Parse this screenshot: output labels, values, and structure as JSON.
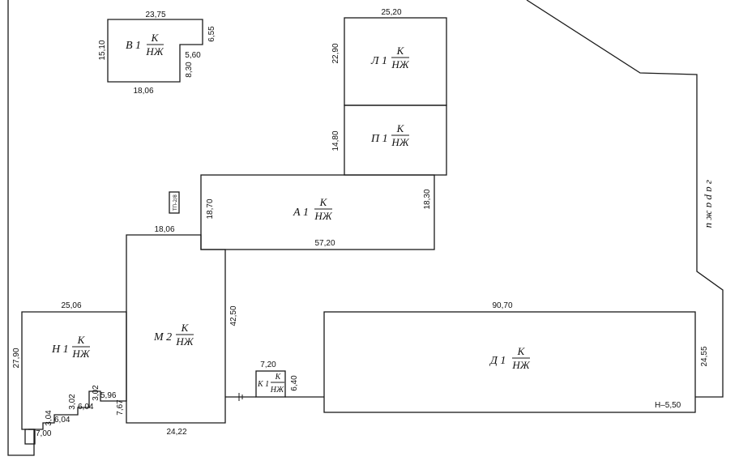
{
  "buildings": [
    {
      "id": "V",
      "name": "В 1",
      "top": "К",
      "bottom": "НЖ"
    },
    {
      "id": "L",
      "name": "Л 1",
      "top": "К",
      "bottom": "НЖ"
    },
    {
      "id": "P",
      "name": "П 1",
      "top": "К",
      "bottom": "НЖ"
    },
    {
      "id": "A",
      "name": "А 1",
      "top": "К",
      "bottom": "НЖ"
    },
    {
      "id": "M",
      "name": "М 2",
      "top": "К",
      "bottom": "НЖ"
    },
    {
      "id": "N",
      "name": "Н 1",
      "top": "К",
      "bottom": "НЖ"
    },
    {
      "id": "K",
      "name": "К 1",
      "top": "К",
      "bottom": "НЖ"
    },
    {
      "id": "D",
      "name": "Д 1",
      "top": "К",
      "bottom": "НЖ"
    }
  ],
  "dimensions": {
    "v_top": "23,75",
    "v_left": "15,10",
    "v_right": "6,55",
    "v_step": "5,60",
    "v_inner": "8,30",
    "v_bottom": "18,06",
    "l_top": "25,20",
    "l_left": "22,90",
    "p_left": "14,80",
    "a_left": "18,70",
    "a_right": "18,30",
    "a_bottom": "57,20",
    "m_top": "18,06",
    "m_right": "42,50",
    "m_bottom": "24,22",
    "m_left": "7,67",
    "n_top": "25,06",
    "n_left": "27,90",
    "n_s1": "5,96",
    "n_s2": "3,02",
    "n_s3": "6,04",
    "n_s4": "3,02",
    "n_s5": "6,04",
    "n_s6": "3,04",
    "n_s7": "7,00",
    "k_top": "7,20",
    "k_right": "6,40",
    "d_top": "90,70",
    "d_right": "24,55",
    "d_height": "Н–5,50"
  },
  "labels": {
    "substation": "ТП-2/8",
    "garages": "г а р а ж и"
  }
}
